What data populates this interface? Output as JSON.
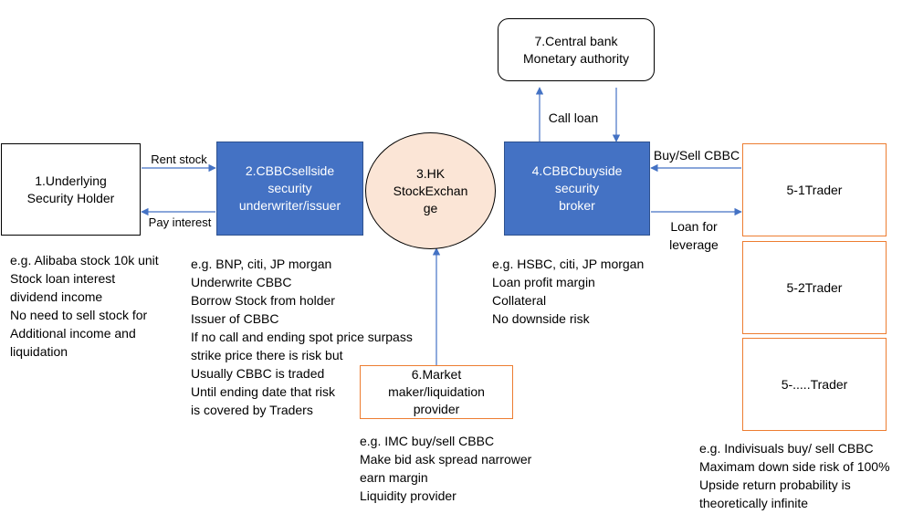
{
  "nodes": {
    "holder": "1.Underlying\nSecurity Holder",
    "sellside": "2.CBBCsellside\nsecurity\nunderwriter/issuer",
    "exchange": "3.HK\nStockExchan\nge",
    "buyside": "4.CBBCbuyside\nsecurity\nbroker",
    "trader1": "5-1Trader",
    "trader2": "5-2Trader",
    "trader3": "5-.....Trader",
    "market_maker": "6.Market\nmaker/liquidation\nprovider",
    "central_bank": "7.Central bank\nMonetary authority"
  },
  "edge_labels": {
    "rent_stock": "Rent stock",
    "pay_interest": "Pay interest",
    "call_loan": "Call loan",
    "buy_sell_cbbc": "Buy/Sell CBBC",
    "loan_for_leverage": "Loan for\nleverage"
  },
  "notes": {
    "holder": [
      "e.g. Alibaba stock 10k unit",
      "Stock loan interest",
      "dividend income",
      "No need to sell stock for",
      "Additional income and",
      "liquidation"
    ],
    "sellside": [
      "e.g. BNP, citi, JP morgan",
      "Underwrite CBBC",
      "Borrow Stock from holder",
      "Issuer of CBBC",
      "If no call and ending spot price surpass",
      "strike price there is risk but",
      "Usually CBBC is traded",
      "Until ending date that risk",
      "is covered by Traders"
    ],
    "buyside": [
      "e.g. HSBC, citi, JP morgan",
      "Loan profit margin",
      "Collateral",
      "No downside risk"
    ],
    "market_maker": [
      "e.g. IMC buy/sell CBBC",
      "Make bid ask spread narrower",
      "earn margin",
      "Liquidity provider"
    ],
    "traders": [
      "e.g. Indivisuals buy/ sell CBBC",
      "Maximam down side risk of 100%",
      "Upside return probability is",
      "theoretically infinite"
    ]
  },
  "colors": {
    "blue_box": "#4472c4",
    "ellipse_fill": "#fbe5d6",
    "orange_border": "#ed7d31",
    "arrow": "#4472c4"
  }
}
